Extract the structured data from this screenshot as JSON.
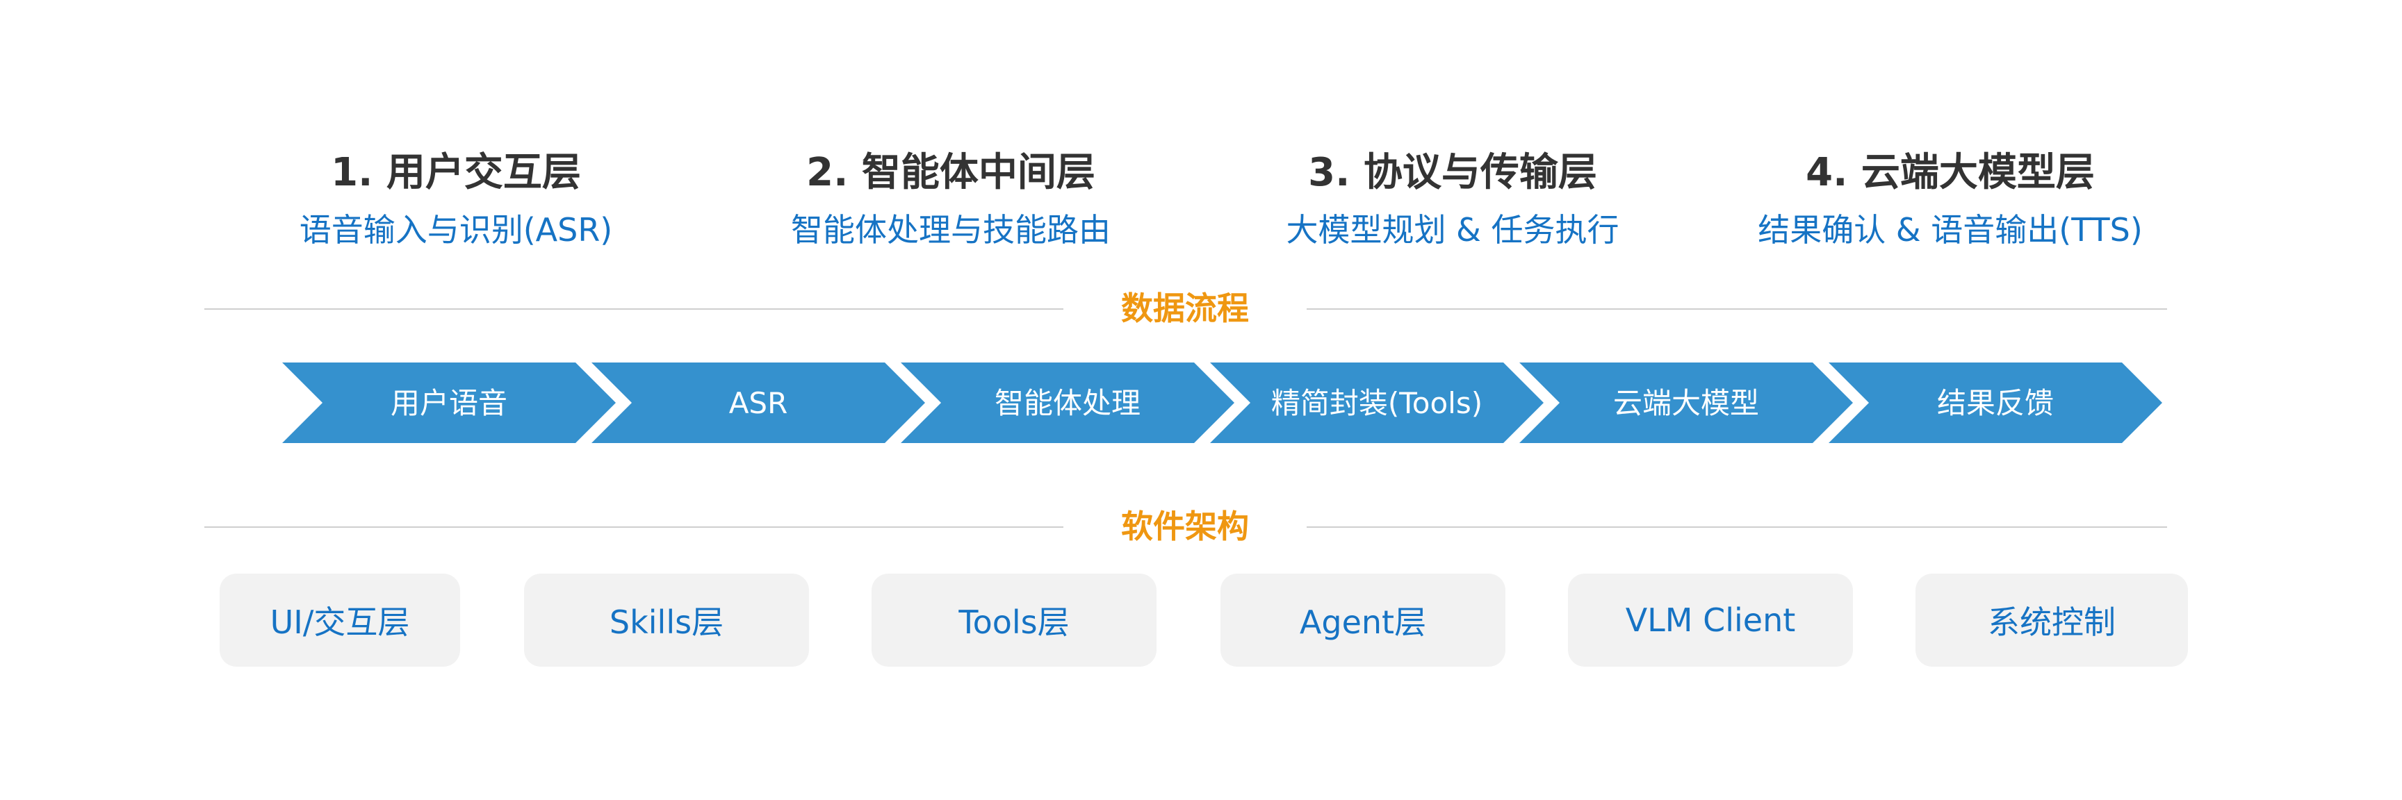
{
  "layers": [
    {
      "title": "1. 用户交互层",
      "subtitle": "语音输入与识别(ASR)"
    },
    {
      "title": "2. 智能体中间层",
      "subtitle": "智能体处理与技能路由"
    },
    {
      "title": "3. 协议与传输层",
      "subtitle": "大模型规划 & 任务执行"
    },
    {
      "title": "4. 云端大模型层",
      "subtitle": "结果确认 & 语音输出(TTS)"
    }
  ],
  "sections": {
    "data_flow": "数据流程",
    "software_arch": "软件架构"
  },
  "flow_steps": [
    "用户语音",
    "ASR",
    "智能体处理",
    "精简封装(Tools)",
    "云端大模型",
    "结果反馈"
  ],
  "modules": [
    "UI/交互层",
    "Skills层",
    "Tools层",
    "Agent层",
    "VLM Client",
    "系统控制"
  ],
  "colors": {
    "flow_fill": "#3591ce",
    "accent_orange": "#ef9711",
    "accent_blue": "#1673c4",
    "title_dark": "#333333",
    "module_bg": "#f2f2f2",
    "divider": "#cfcfcf"
  }
}
